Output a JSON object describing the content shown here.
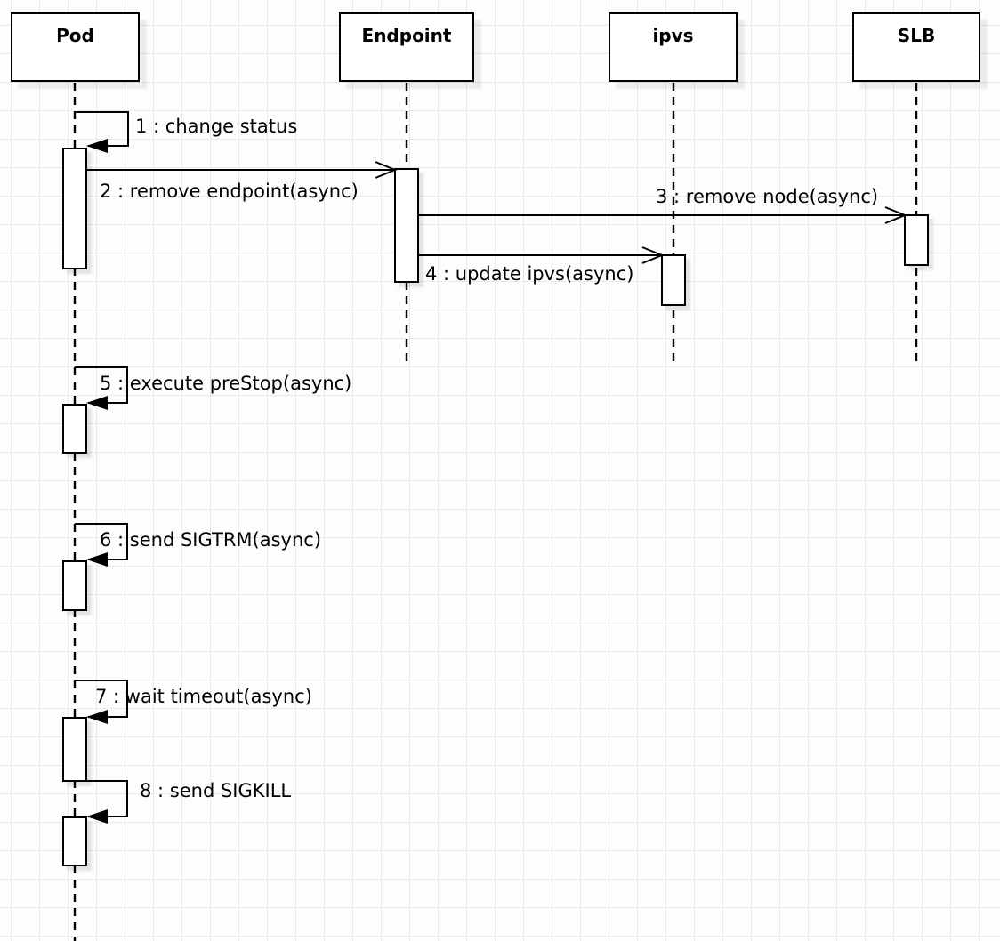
{
  "diagram": {
    "type": "uml-sequence-diagram",
    "actors": [
      {
        "name": "Pod"
      },
      {
        "name": "Endpoint"
      },
      {
        "name": "ipvs"
      },
      {
        "name": "SLB"
      }
    ],
    "messages": [
      {
        "seq": "1",
        "label": "1 : change status",
        "from": "Pod",
        "to": "Pod",
        "style": "self-filled-arrow"
      },
      {
        "seq": "2",
        "label": "2 : remove endpoint(async)",
        "from": "Pod",
        "to": "Endpoint",
        "style": "async-open-arrow"
      },
      {
        "seq": "3",
        "label": "3 : remove node(async)",
        "from": "Endpoint",
        "to": "SLB",
        "style": "async-open-arrow"
      },
      {
        "seq": "4",
        "label": "4 : update ipvs(async)",
        "from": "Endpoint",
        "to": "ipvs",
        "style": "async-open-arrow"
      },
      {
        "seq": "5",
        "label": "5 : execute preStop(async)",
        "from": "Pod",
        "to": "Pod",
        "style": "self-filled-arrow"
      },
      {
        "seq": "6",
        "label": "6 : send SIGTRM(async)",
        "from": "Pod",
        "to": "Pod",
        "style": "self-filled-arrow"
      },
      {
        "seq": "7",
        "label": "7 : wait timeout(async)",
        "from": "Pod",
        "to": "Pod",
        "style": "self-filled-arrow"
      },
      {
        "seq": "8",
        "label": "8 : send SIGKILL",
        "from": "Pod",
        "to": "Pod",
        "style": "self-filled-arrow"
      }
    ],
    "colors": {
      "stroke": "#000000",
      "shape_fill": "#ffffff",
      "text": "#000000",
      "grid_line": "#e9e9ec",
      "background": "#fdfdfd"
    }
  }
}
